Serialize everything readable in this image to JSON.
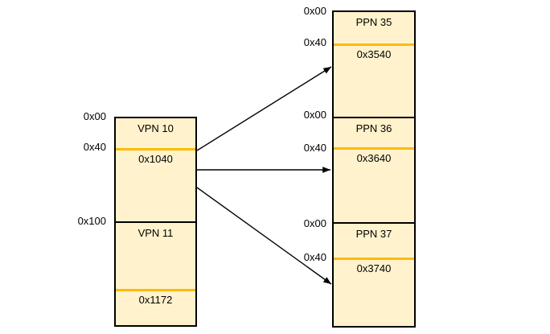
{
  "colors": {
    "page_fill": "#fff2cc",
    "page_border": "#000000",
    "offset_line": "#fbbc04",
    "arrow": "#000000"
  },
  "virtual_pages": {
    "sections": [
      {
        "name": "VPN 10",
        "start_label": "0x00",
        "offset_label": "0x40",
        "address": "0x1040"
      },
      {
        "name": "VPN 11",
        "start_label": "0x100",
        "address": "0x1172"
      }
    ]
  },
  "physical_pages": {
    "sections": [
      {
        "name": "PPN 35",
        "start_label": "0x00",
        "offset_label": "0x40",
        "address": "0x3540"
      },
      {
        "name": "PPN 36",
        "start_label": "0x00",
        "offset_label": "0x40",
        "address": "0x3640"
      },
      {
        "name": "PPN 37",
        "start_label": "0x00",
        "offset_label": "0x40",
        "address": "0x3740"
      }
    ]
  }
}
